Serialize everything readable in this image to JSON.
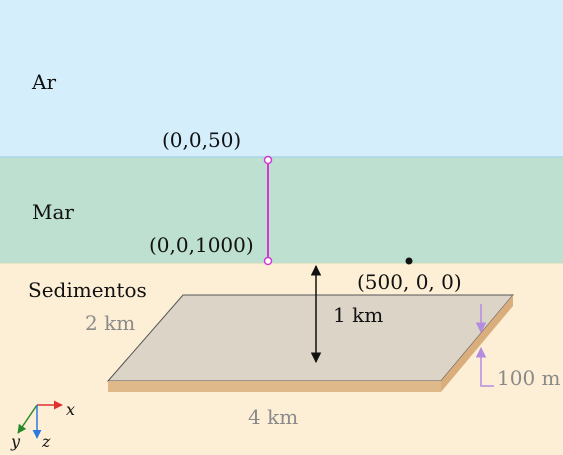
{
  "layers": {
    "air": {
      "label": "Ar",
      "color": "#d4eefb"
    },
    "sea": {
      "label": "Mar",
      "color": "#bde0d0"
    },
    "sediments": {
      "label": "Sedimentos",
      "color": "#fdefd6"
    }
  },
  "points": {
    "source_top": "(0,0,50)",
    "source_bottom": "(0,0,1000)",
    "receiver": "(500, 0, 0)"
  },
  "slab": {
    "width_label": "2 km",
    "length_label": "4 km",
    "depth_label": "1 km",
    "thickness_label": "100 m",
    "top_color": "#ddd4c8",
    "side_color": "#e0b98a"
  },
  "axes": {
    "x": "x",
    "y": "y",
    "z": "z"
  },
  "colors": {
    "source_line": "#d23ad2",
    "thickness_arrow": "#b58be0",
    "axis_x": "#e03030",
    "axis_y": "#2a8a2a",
    "axis_z": "#2a7ae0",
    "dim_label": "#8a8a8a"
  }
}
